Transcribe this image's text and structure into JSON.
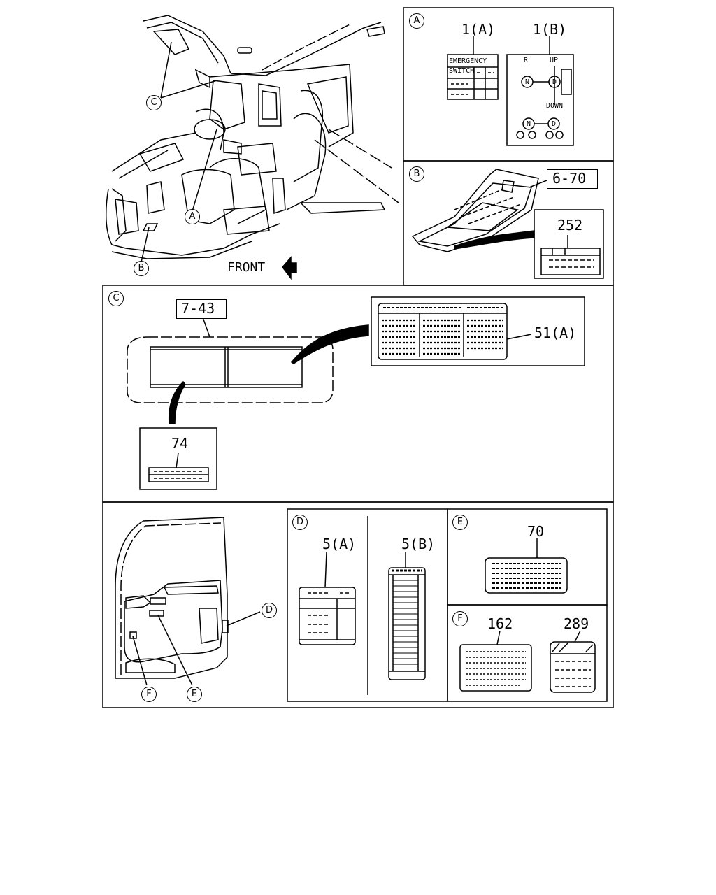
{
  "front_label": "FRONT",
  "callouts": {
    "A": "A",
    "B": "B",
    "C": "C",
    "D": "D",
    "E": "E",
    "F": "F"
  },
  "panel_a": {
    "part_1a": "1(A)",
    "part_1b": "1(B)",
    "emergency_text_1": "EMERGENCY",
    "emergency_text_2": "SWITCH",
    "lever_r": "R",
    "lever_up": "UP",
    "lever_down": "DOWN",
    "lever_n": "N",
    "lever_d": "D"
  },
  "panel_b": {
    "ref": "6-70",
    "part_252": "252"
  },
  "panel_c": {
    "ref": "7-43",
    "part_51a": "51(A)",
    "part_74": "74"
  },
  "panel_d": {
    "part_5a": "5(A)",
    "part_5b": "5(B)"
  },
  "panel_e": {
    "part_70": "70"
  },
  "panel_f": {
    "part_162": "162",
    "part_289": "289"
  }
}
